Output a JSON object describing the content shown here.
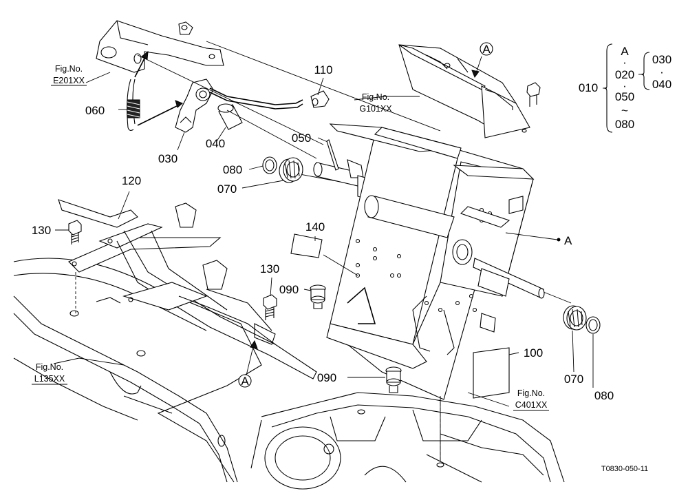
{
  "parts": {
    "p010": "010",
    "p020": "020",
    "p030": "030",
    "p040": "040",
    "p050": "050",
    "p060": "060",
    "p070": "070",
    "p080": "080",
    "p090": "090",
    "p100": "100",
    "p110": "110",
    "p120": "120",
    "p130": "130",
    "p140": "140"
  },
  "callout": "A",
  "fig_prefix": "Fig.No.",
  "figs": {
    "e201": "E201XX",
    "g101": "G101XX",
    "l135": "L135XX",
    "c401": "C401XX"
  },
  "tree": {
    "root": "010",
    "items": [
      "A",
      "020",
      "050",
      "080"
    ],
    "sub_items": [
      "030",
      "040"
    ],
    "dot": "·",
    "tilde": "~"
  },
  "drawing_code": "T0830-050-11"
}
